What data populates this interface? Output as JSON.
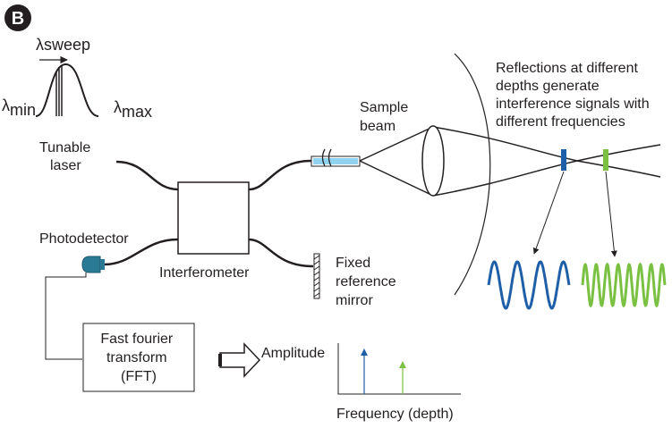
{
  "panel": {
    "letter": "B"
  },
  "sweep": {
    "label_main": "λ",
    "label_sub": "sweep",
    "min_main": "λ",
    "min_sub": "min",
    "max_main": "λ",
    "max_sub": "max"
  },
  "labels": {
    "tunable_laser": [
      "Tunable",
      "laser"
    ],
    "photodetector": "Photodetector",
    "interferometer": "Interferometer",
    "sample_beam": [
      "Sample",
      "beam"
    ],
    "mirror": [
      "Fixed",
      "reference",
      "mirror"
    ],
    "reflections": [
      "Reflections at different",
      "depths generate",
      "interference signals with",
      "different frequencies"
    ],
    "fft": [
      "Fast fourier",
      "transform",
      "(FFT)"
    ],
    "amplitude": "Amplitude",
    "frequency": "Frequency (depth)"
  },
  "colors": {
    "blue": "#1f5fa8",
    "green": "#7ac143",
    "detector": "#2b7a95",
    "fiber_cyan": "#8fd3f0",
    "line": "#231f20"
  }
}
